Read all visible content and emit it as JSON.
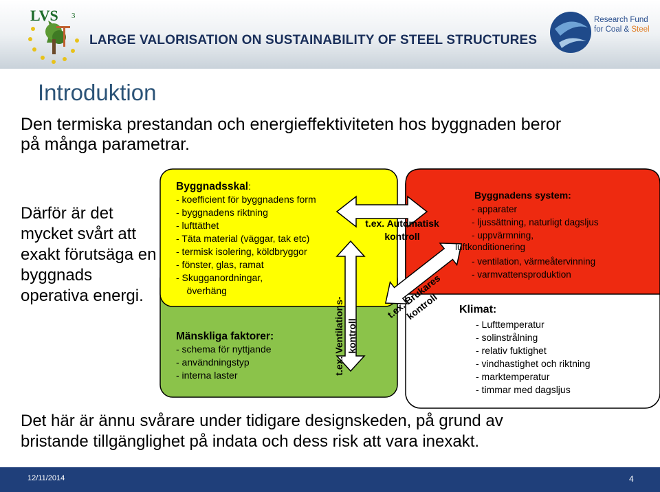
{
  "header": {
    "title": "LARGE VALORISATION ON SUSTAINABILITY OF STEEL STRUCTURES",
    "logo_left_text": "LVS",
    "logo_left_sub": "3",
    "logo_right_line1": "Research Fund",
    "logo_right_line2_a": "for Coal & ",
    "logo_right_line2_b": "Steel"
  },
  "slide": {
    "title": "Introduktion",
    "intro_line1": "Den termiska prestandan och energieffektiviteten hos byggnaden beror",
    "intro_line2": "på många parametrar.",
    "side_text": "Därför är det mycket svårt att exakt förutsäga en byggnads operativa energi.",
    "bottom_line1": "Det här är ännu svårare under tidigare designskeden, på grund av",
    "bottom_line2": "bristande tillgänglighet på indata och dess risk att vara inexakt."
  },
  "diagram": {
    "building": {
      "title": "Byggnadsskal",
      "title_suffix": ":",
      "items": [
        "- koefficient för byggnadens form",
        "- byggnadens riktning",
        "- lufttäthet",
        "- Täta material (väggar, tak etc)",
        "- termisk isolering, köldbryggor",
        "-  fönster, glas, ramat",
        "-  Skugganordningar,",
        "    överhäng"
      ]
    },
    "human": {
      "title": "Mänskliga faktorer:",
      "items": [
        "- schema för nyttjande",
        "- användningstyp",
        "- interna laster"
      ]
    },
    "system": {
      "title": "Byggnadens system:",
      "items": [
        "- apparater",
        "- ljussättning, naturligt dagsljus",
        "- uppvärmning,"
      ],
      "wrap": "luftkonditionering",
      "items2": [
        "- ventilation, värmeåtervinning",
        "- varmvattensproduktion"
      ]
    },
    "climate": {
      "title": "Klimat:",
      "items": [
        "- Lufttemperatur",
        "- solinstrålning",
        "- relativ fuktighet",
        "- vindhastighet och riktning",
        "- marktemperatur",
        "- timmar med dagsljus"
      ]
    },
    "arrows": {
      "automatic_line1": "t.ex. Automatisk",
      "automatic_line2": "kontroll",
      "ventilation_line1": "t.ex. Ventilations-",
      "ventilation_line2": "kontroll",
      "user_line1": "t.ex. Brukares",
      "user_line2": "kontroll"
    },
    "colors": {
      "yellow": "#ffff00",
      "green": "#8bc34a",
      "red": "#ee2a10",
      "outline": "#000000"
    }
  },
  "footer": {
    "date": "12/11/2014",
    "page": "4"
  }
}
